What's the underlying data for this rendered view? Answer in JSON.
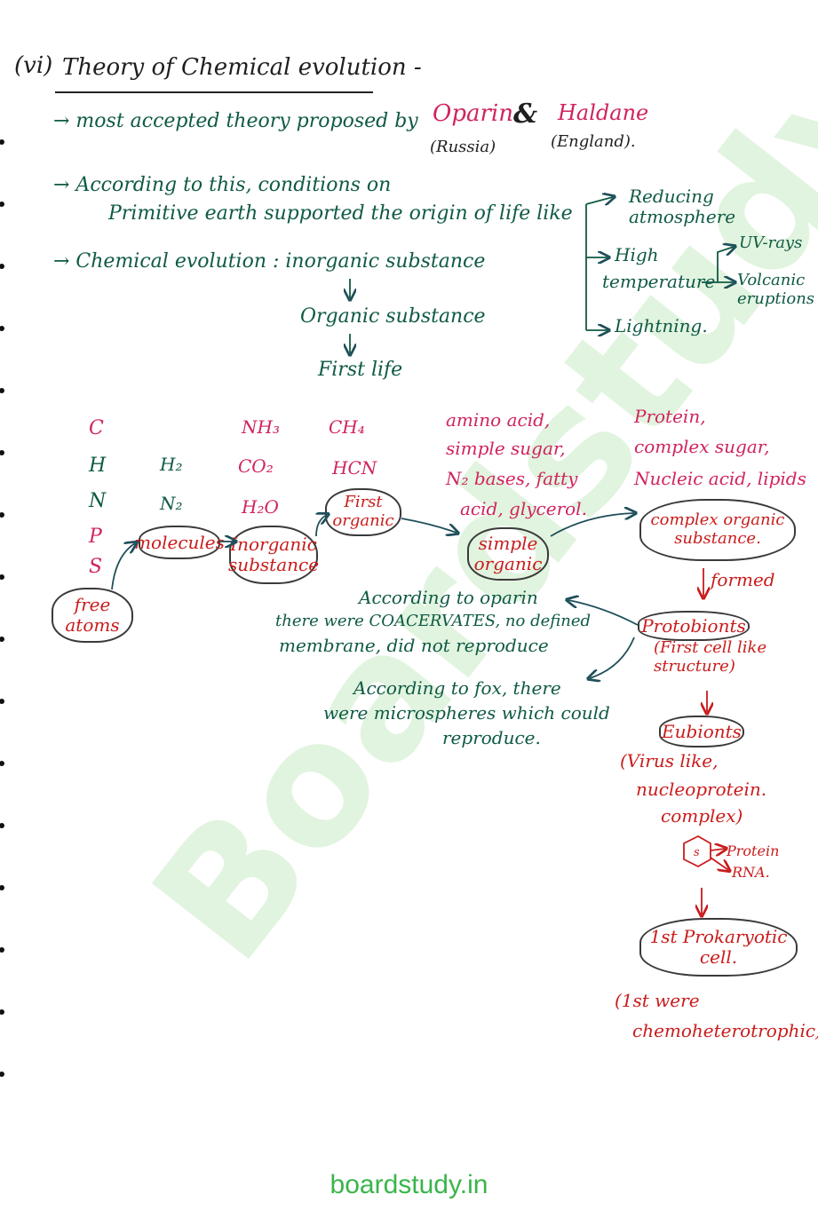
{
  "page": {
    "heading_num": "(vi)",
    "heading": "Theory of Chemical evolution -",
    "line1": "→ most accepted theory proposed by",
    "oparin": "Oparin",
    "amp": "&",
    "haldane": "Haldane",
    "russia": "(Russia)",
    "england": "(England).",
    "line2a": "→ According to this, conditions on",
    "line2b": "Primitive earth supported the origin of life like",
    "cond_reducing": "Reducing atmosphere",
    "cond_high_temp_a": "High",
    "cond_high_temp_b": "temperature",
    "cond_uv": "UV-rays",
    "cond_volcanic": "Volcanic eruptions",
    "cond_lightning": "Lightning.",
    "line3": "→ Chemical evolution : inorganic substance",
    "organic": "Organic substance",
    "first_life": "First life",
    "arrow_down": "↓"
  },
  "flow": {
    "atoms": [
      "C",
      "H",
      "N",
      "P",
      "S"
    ],
    "free_atoms": "free atoms",
    "h2": "H₂",
    "n2": "N₂",
    "molecules": "molecules",
    "nh3": "NH₃",
    "co2": "CO₂",
    "h2o": "H₂O",
    "inorganic_substance": "Inorganic substance",
    "ch4": "CH₄",
    "hcn": "HCN",
    "first_organic": "First organic",
    "simple_list_1": "amino acid,",
    "simple_list_2": "simple sugar,",
    "simple_list_3": "N₂ bases, fatty",
    "simple_list_4": "acid, glycerol.",
    "simple_organic": "simple organic",
    "complex_list_1": "Protein,",
    "complex_list_2": "complex sugar,",
    "complex_list_3": "Nucleic acid, lipids",
    "complex_organic": "complex organic substance.",
    "formed": "formed",
    "protobionts": "Protobionts",
    "protobionts_note": "(First cell like structure)",
    "oparin_note_1": "According to oparin",
    "oparin_note_2": "there were COACERVATES, no defined",
    "oparin_note_3": "membrane, did not reproduce",
    "fox_note_1": "According to fox, there",
    "fox_note_2": "were microspheres which could",
    "fox_note_3": "reproduce.",
    "eubionts": "Eubionts",
    "eubionts_note_1": "(Virus like,",
    "eubionts_note_2": "nucleoprotein.",
    "eubionts_note_3": "complex)",
    "protein": "Protein",
    "rna": "RNA.",
    "prokaryotic": "1st Prokaryotic cell.",
    "chemo_1": "(1st were",
    "chemo_2": "chemoheterotrophic)"
  },
  "watermark": "Boardstudy",
  "footer": "boardstudy.in",
  "colors": {
    "green_ink": "#0f5a45",
    "pink_ink": "#d0245e",
    "red_ink": "#c91c1c",
    "footer_green": "#39b54a"
  }
}
